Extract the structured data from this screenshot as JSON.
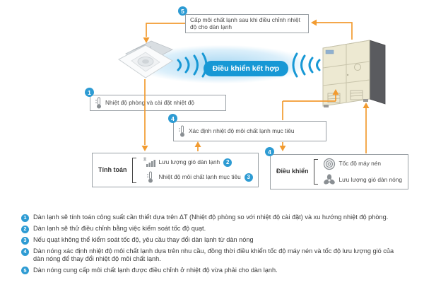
{
  "diagram": {
    "pill_label": "Điều khiển kết hợp",
    "supply_box": {
      "num": "5",
      "text": "Cấp môi chất lạnh sau khi điều chỉnh nhiệt độ cho dàn lạnh"
    },
    "room_temp_box": {
      "num": "1",
      "text": "Nhiệt độ phòng và cài đặt nhiệt độ"
    },
    "target_temp_box": {
      "num": "4",
      "text": "Xác định nhiệt độ môi chất lạnh mục tiêu"
    },
    "calc_box": {
      "title": "Tính toán",
      "rows": [
        {
          "icon": "airflow-icon",
          "text": "Lưu lượng gió dàn lạnh",
          "num": "2"
        },
        {
          "icon": "thermometer-icon",
          "text": "Nhiệt độ môi chất lạnh mục tiêu",
          "num": "3"
        }
      ]
    },
    "control_box": {
      "num": "4",
      "title": "Điều khiển",
      "rows": [
        {
          "icon": "compressor-icon",
          "text": "Tốc độ máy nén"
        },
        {
          "icon": "fan-icon",
          "text": "Lưu lượng gió dàn nóng"
        }
      ]
    },
    "units": {
      "indoor": "indoor-cassette-unit",
      "outdoor": "outdoor-unit"
    }
  },
  "notes": [
    {
      "num": "1",
      "text": "Dàn lạnh sẽ tính toán công suất cần thiết dựa trên ΔT (Nhiệt độ phòng so với nhiệt độ cài đặt) và xu hướng nhiệt độ phòng."
    },
    {
      "num": "2",
      "text": "Dàn lạnh sẽ thử điều chỉnh bằng việc kiểm soát tốc độ quạt."
    },
    {
      "num": "3",
      "text": "Nếu quạt không thể kiểm soát tốc độ, yêu cầu thay đổi dàn lạnh từ dàn nóng"
    },
    {
      "num": "4",
      "text": "Dàn nóng xác định nhiệt độ môi chất lạnh dựa trên nhu cầu, đồng thời điều khiển tốc độ máy nén và tốc độ lưu lượng gió của dàn nóng để thay đổi nhiệt độ môi chất lạnh."
    },
    {
      "num": "5",
      "text": "Dàn nóng cung cấp môi chất lạnh được điều chỉnh ở nhiệt độ vừa phải cho dàn lạnh."
    }
  ],
  "colors": {
    "accent_blue": "#1798d5",
    "badge_blue": "#2d9bd3",
    "arrow_orange": "#f29b30",
    "outdoor_unit_body": "#ede9d2",
    "box_border": "#9aa0a5"
  }
}
